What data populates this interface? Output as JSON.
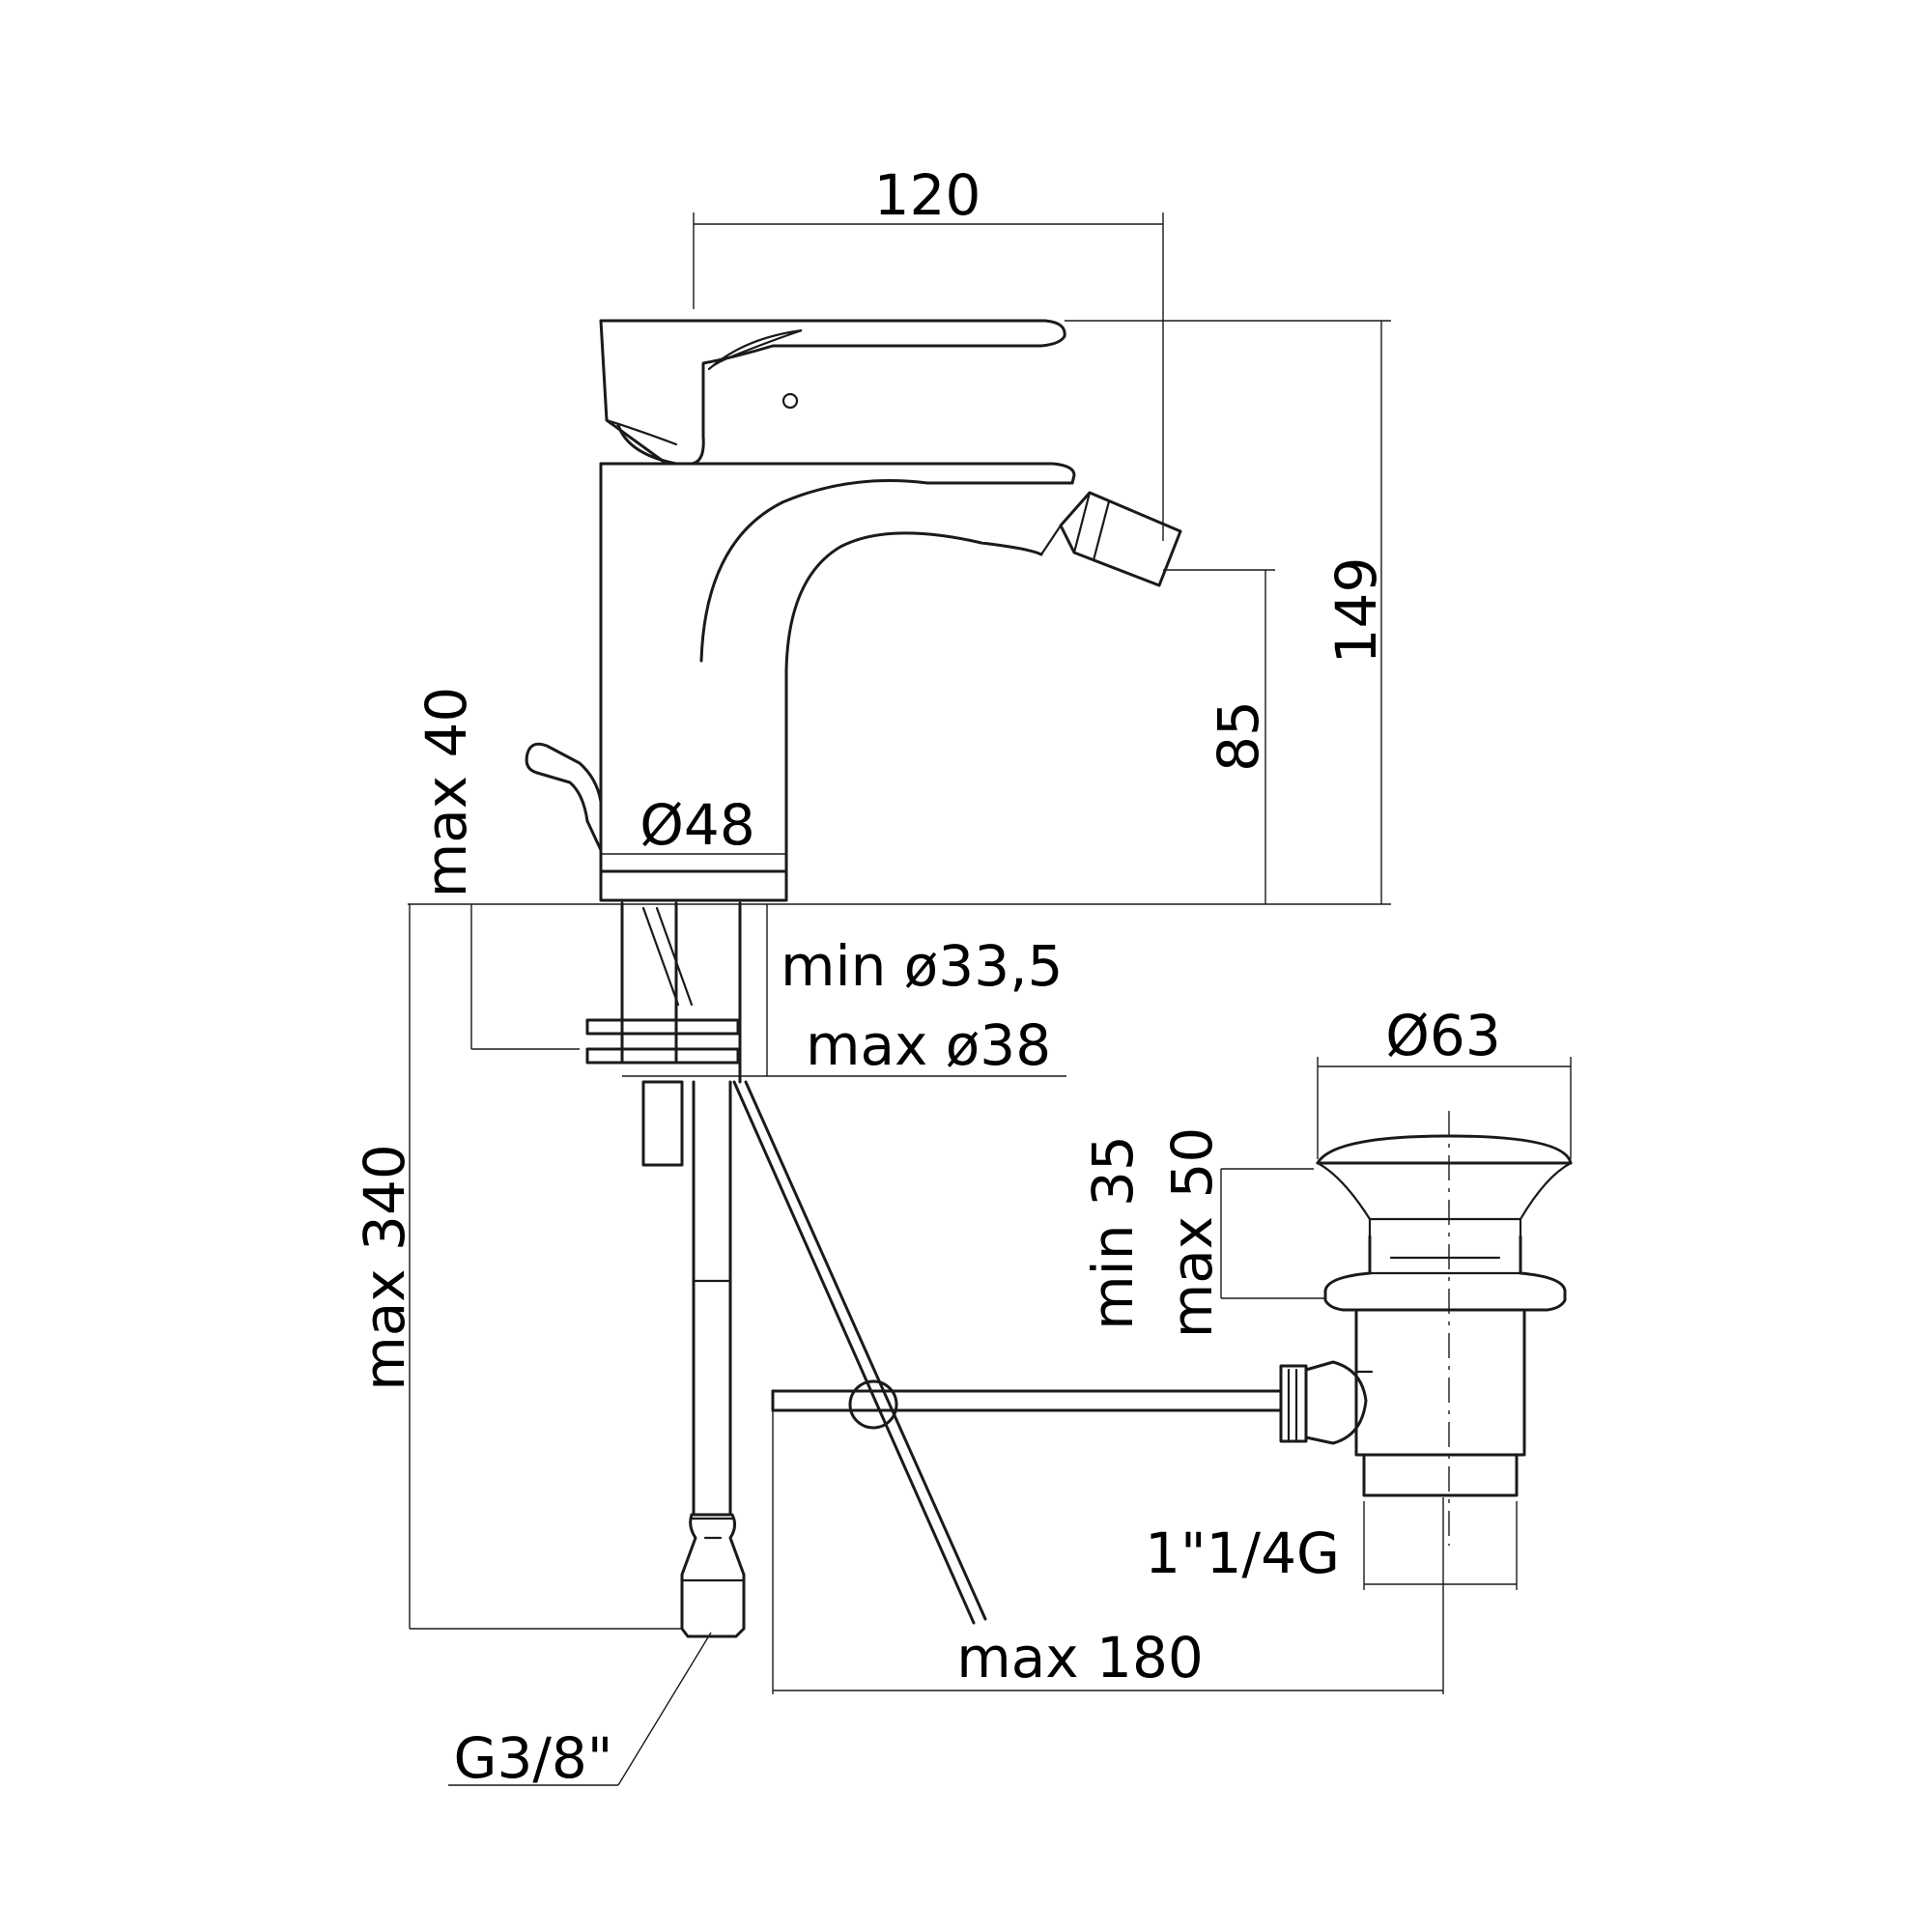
{
  "dimensions": {
    "width_overall": "120",
    "height_overall": "149",
    "spout_height": "85",
    "base_diameter": "Ø48",
    "deck_thickness_max": "max 40",
    "hole_min": "min ø33,5",
    "hole_max": "max ø38",
    "hose_length_max": "max 340",
    "hose_thread": "G3/8\"",
    "waste_diameter": "Ø63",
    "waste_min": "min 35",
    "waste_max": "max 50",
    "waste_thread": "1\"1/4G",
    "rod_length_max": "max 180"
  },
  "colors": {
    "line": "#1a1a1a",
    "background": "#ffffff"
  }
}
